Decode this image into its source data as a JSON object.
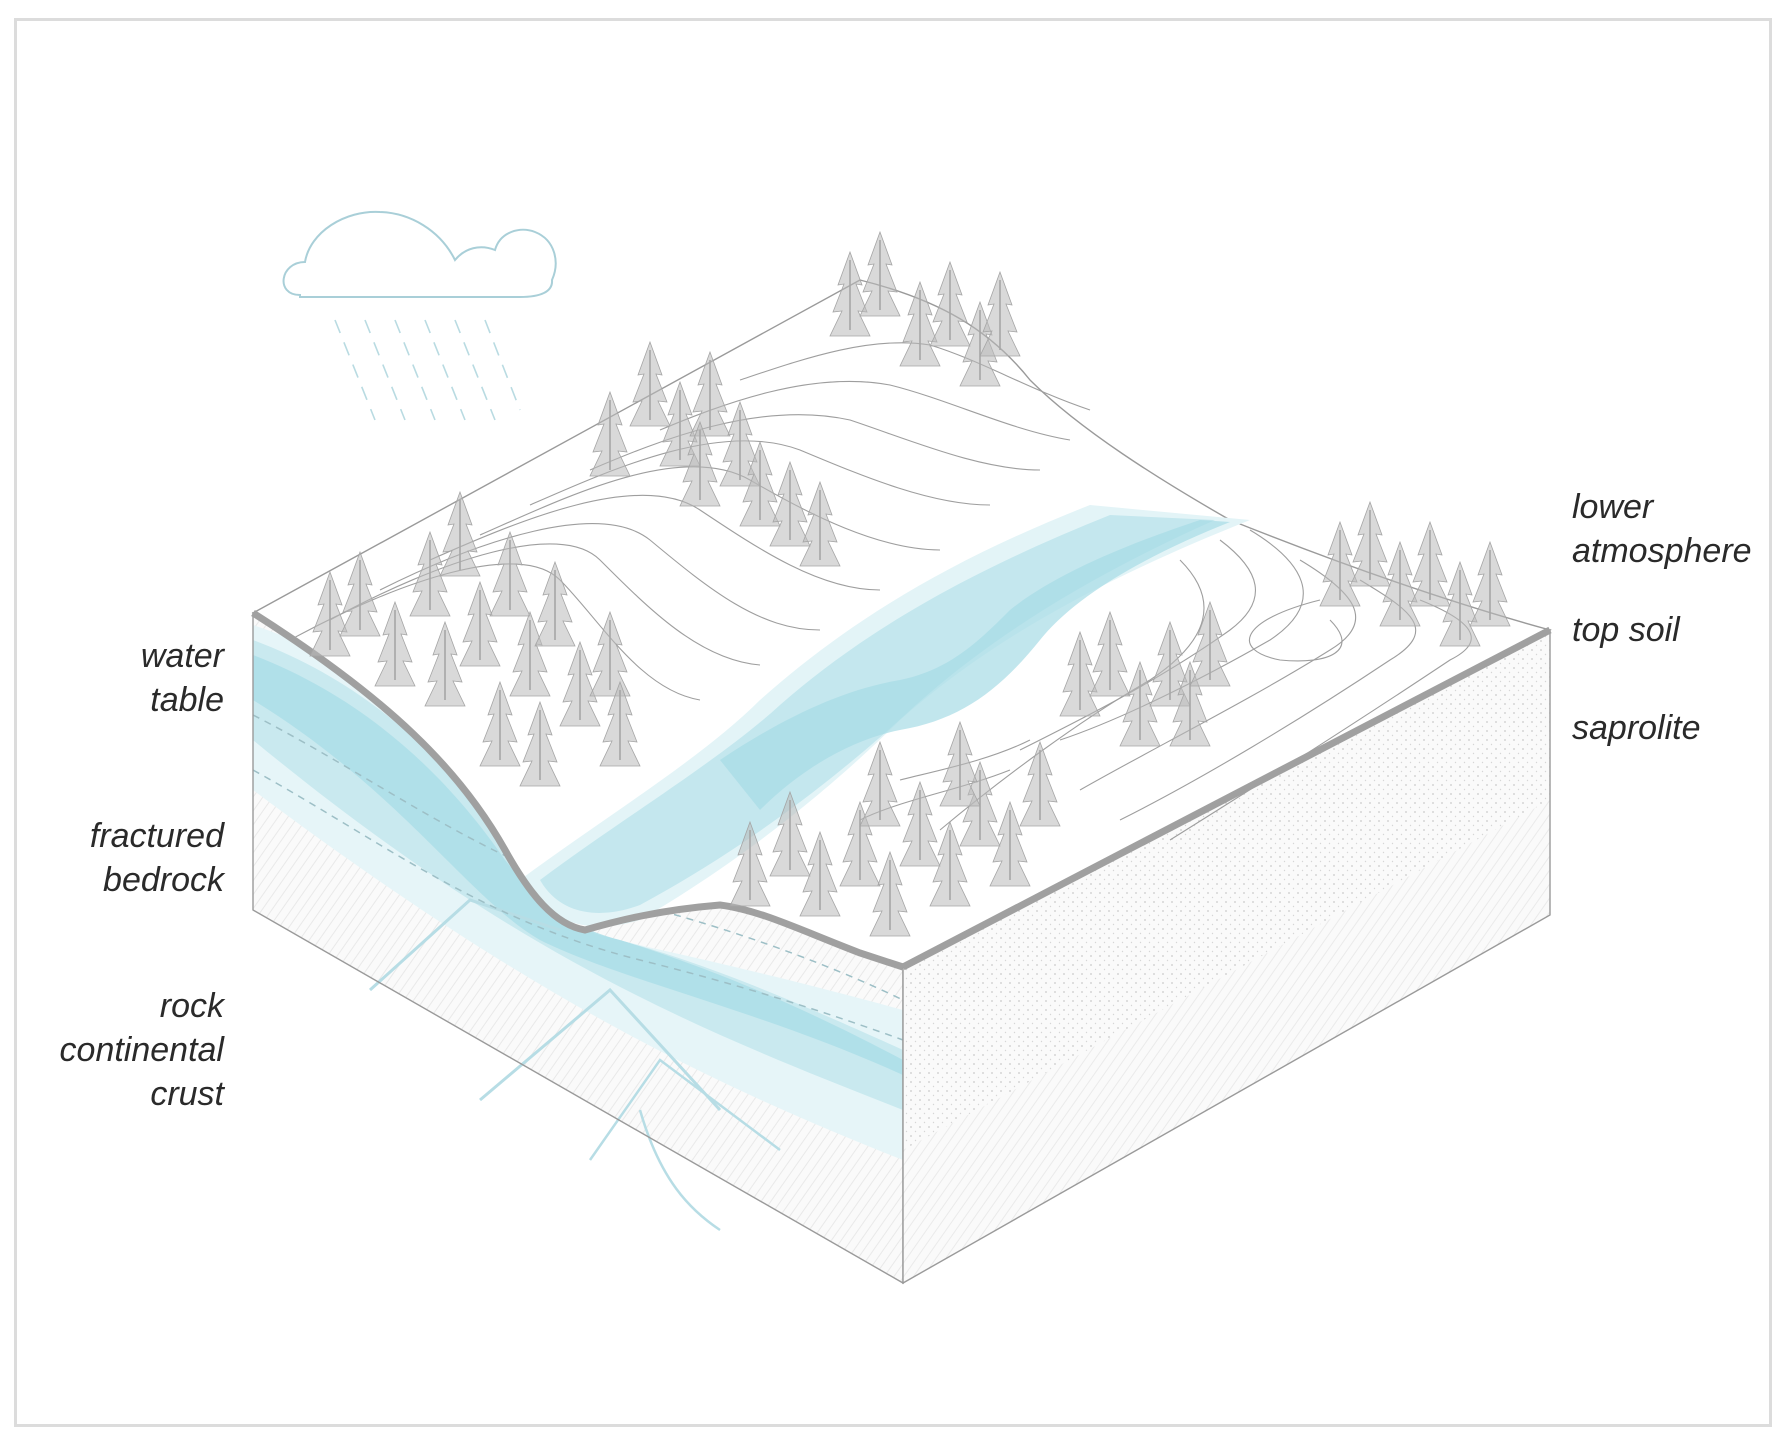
{
  "labels": {
    "water_table": "water\ntable",
    "fractured_bedrock": "fractured\nbedrock",
    "rock_continental_crust": "rock\ncontinental\ncrust",
    "lower_atmosphere": "lower\natmosphere",
    "top_soil": "top soil",
    "saprolite": "saprolite"
  },
  "colors": {
    "water_light": "#e3f4f7",
    "water_mid": "#c4e7ee",
    "water_dark": "#a6dce6",
    "cloud_stroke": "#a9cfd8",
    "top_soil": "#9a9a9a",
    "outline": "#8a8a8a",
    "tree": "#9d9d9d",
    "rock_hatch": "#d6d6d6",
    "frame": "#dcdcdc"
  },
  "icons": [
    "cloud-icon",
    "rain-icon",
    "tree-icon"
  ]
}
